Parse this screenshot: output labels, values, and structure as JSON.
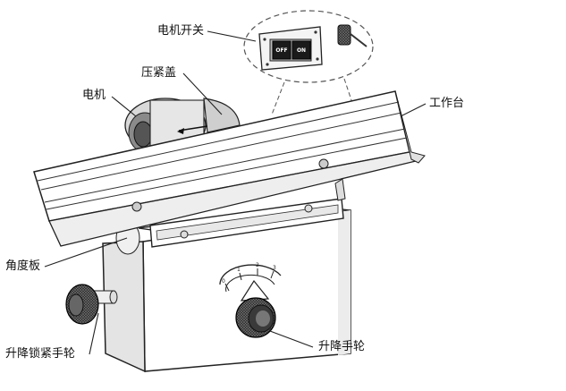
{
  "labels": {
    "motor_switch": "电机开关",
    "gland_cover": "压紧盖",
    "motor": "电机",
    "worktable": "工作台",
    "angle_plate": "角度板",
    "lift_lock_wheel": "升降锁紧手轮",
    "lift_wheel": "升降手轮"
  },
  "switch": {
    "off": "OFF",
    "on": "ON"
  },
  "dial": {
    "ticks": [
      "0",
      "1",
      "2",
      "3"
    ]
  }
}
